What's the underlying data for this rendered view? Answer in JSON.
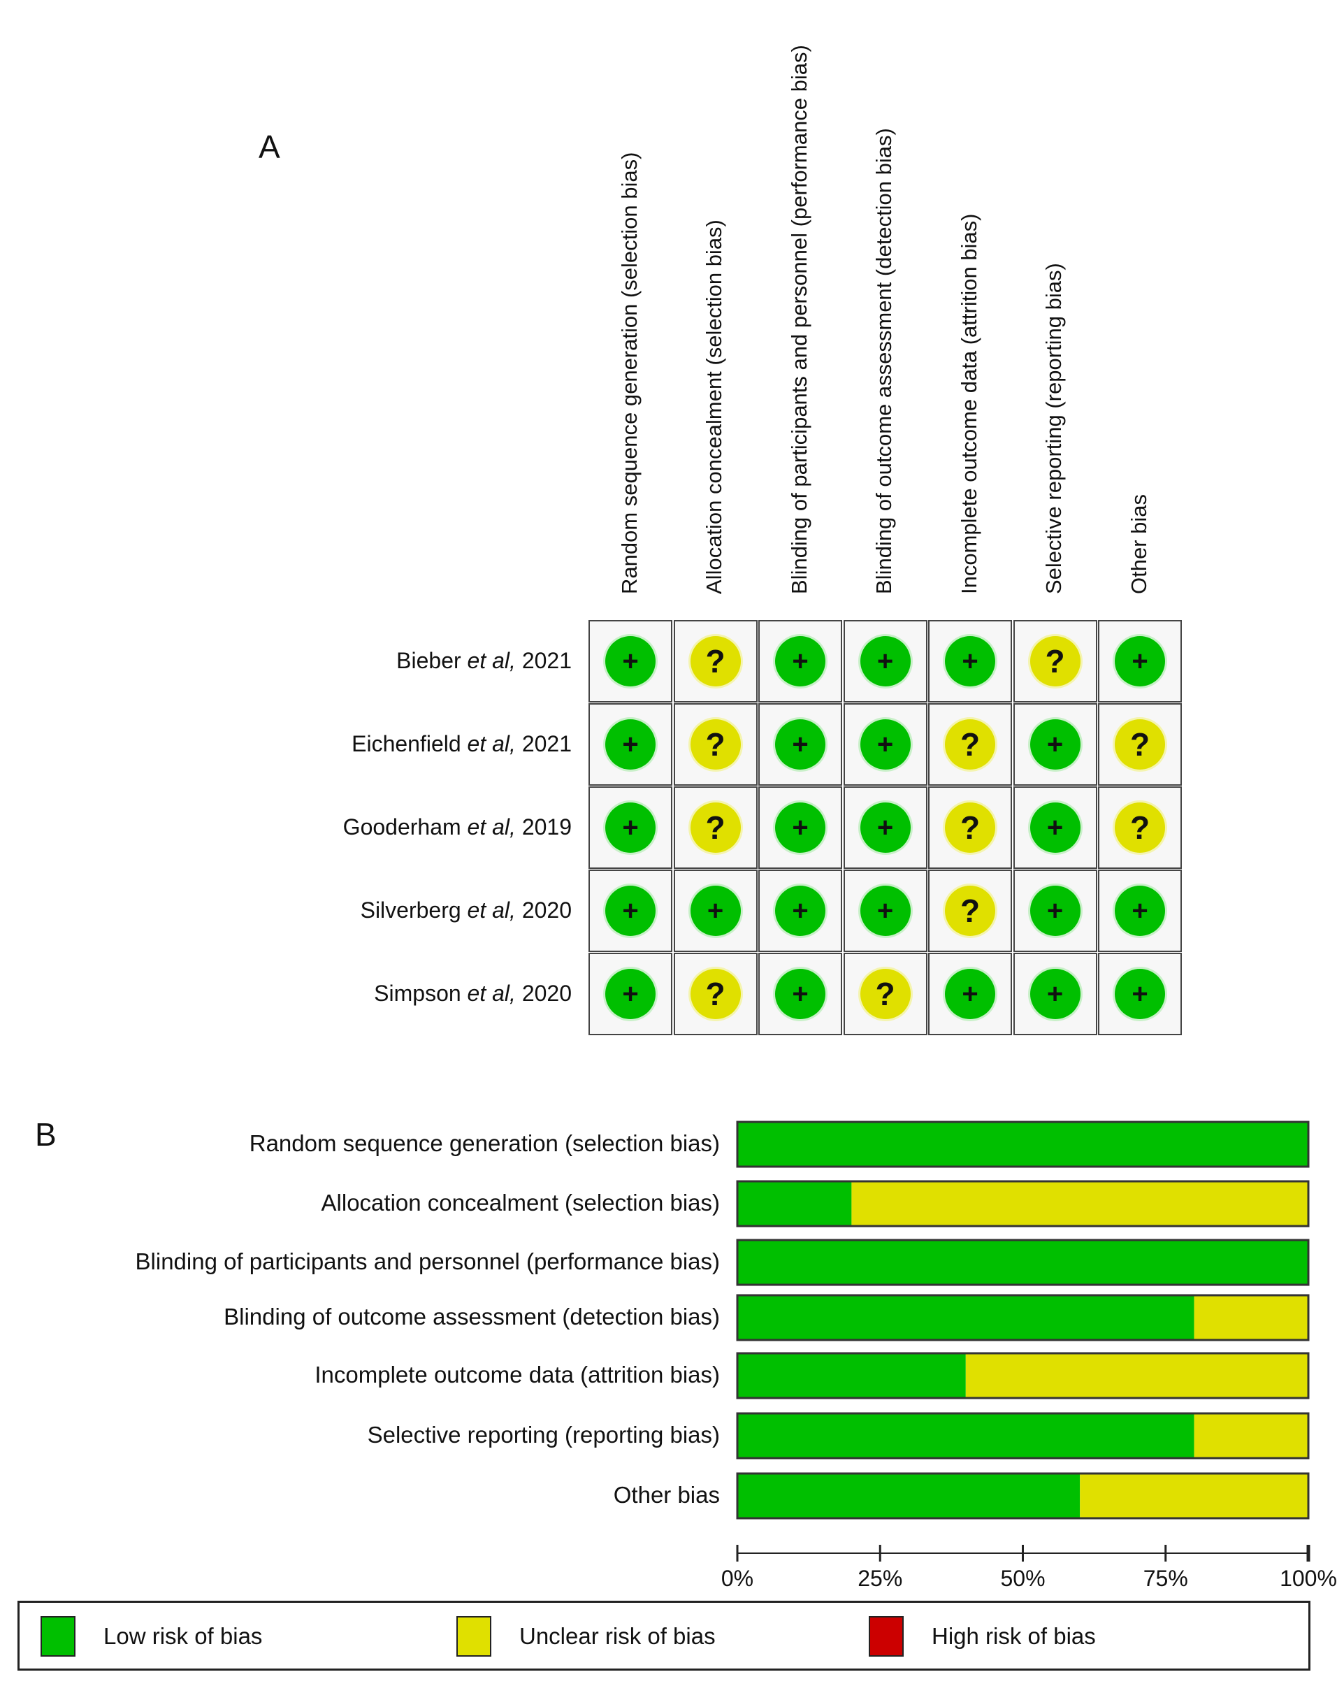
{
  "panel_a": {
    "letter": "A",
    "domains": [
      "Random sequence generation (selection bias)",
      "Allocation concealment (selection bias)",
      "Blinding of participants and personnel (performance bias)",
      "Blinding of outcome assessment (detection bias)",
      "Incomplete outcome data (attrition bias)",
      "Selective reporting (reporting bias)",
      "Other bias"
    ],
    "studies": [
      {
        "author": "Bieber",
        "etal": "et al,",
        "year": "2021",
        "ratings": [
          "low",
          "unclear",
          "low",
          "low",
          "low",
          "unclear",
          "low"
        ]
      },
      {
        "author": "Eichenfield",
        "etal": "et al,",
        "year": "2021",
        "ratings": [
          "low",
          "unclear",
          "low",
          "low",
          "unclear",
          "low",
          "unclear"
        ]
      },
      {
        "author": "Gooderham",
        "etal": "et al,",
        "year": "2019",
        "ratings": [
          "low",
          "unclear",
          "low",
          "low",
          "unclear",
          "low",
          "unclear"
        ]
      },
      {
        "author": "Silverberg",
        "etal": "et al,",
        "year": "2020",
        "ratings": [
          "low",
          "low",
          "low",
          "low",
          "unclear",
          "low",
          "low"
        ]
      },
      {
        "author": "Simpson",
        "etal": "et al,",
        "year": "2020",
        "ratings": [
          "low",
          "unclear",
          "low",
          "unclear",
          "low",
          "low",
          "low"
        ]
      }
    ],
    "symbols": {
      "low": "+",
      "unclear": "?",
      "high": "−"
    }
  },
  "panel_b": {
    "letter": "B"
  },
  "chart_data": {
    "type": "bar",
    "orientation": "horizontal",
    "stacked": true,
    "categories": [
      "Random sequence generation (selection bias)",
      "Allocation concealment (selection bias)",
      "Blinding of participants and personnel (performance bias)",
      "Blinding of outcome assessment (detection bias)",
      "Incomplete outcome data (attrition bias)",
      "Selective reporting (reporting bias)",
      "Other bias"
    ],
    "series": [
      {
        "name": "Low risk of bias",
        "values": [
          100,
          20,
          100,
          80,
          40,
          80,
          60
        ]
      },
      {
        "name": "Unclear risk of bias",
        "values": [
          0,
          80,
          0,
          20,
          60,
          20,
          40
        ]
      },
      {
        "name": "High risk of bias",
        "values": [
          0,
          0,
          0,
          0,
          0,
          0,
          0
        ]
      }
    ],
    "xlim": [
      0,
      100
    ],
    "xticks": [
      "0%",
      "25%",
      "50%",
      "75%",
      "100%"
    ],
    "legend_position": "bottom"
  },
  "legend": [
    {
      "label": "Low risk of bias",
      "color": "#00bf00"
    },
    {
      "label": "Unclear risk of bias",
      "color": "#e0e000"
    },
    {
      "label": "High risk of bias",
      "color": "#cc0000"
    }
  ],
  "colors": {
    "low": "#00bf00",
    "unclear": "#e0e000",
    "high": "#cc0000"
  }
}
